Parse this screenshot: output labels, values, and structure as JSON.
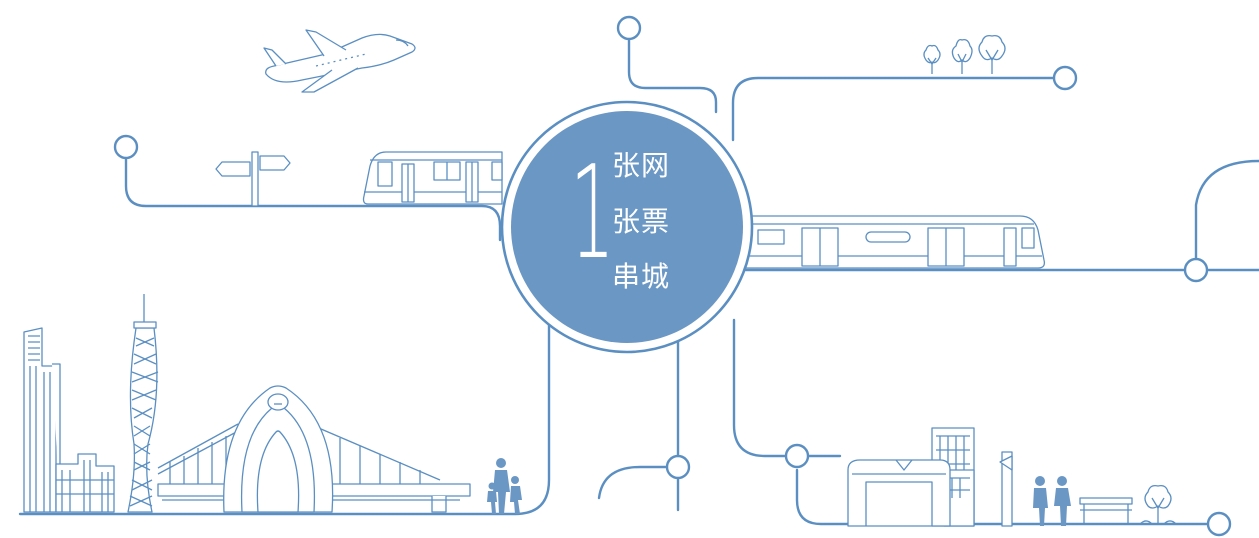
{
  "badge": {
    "number": "1",
    "lines": [
      "张网",
      "张票",
      "串城"
    ]
  },
  "colors": {
    "line": "#5b8fc2",
    "badge_fill": "#6b97c5",
    "background": "#ffffff"
  },
  "icons": [
    "airplane-icon",
    "signpost-icon",
    "tree-icon",
    "metro-train-icon",
    "canton-tower-icon",
    "skyscraper-icon",
    "opera-house-icon",
    "bridge-icon",
    "people-icon",
    "metro-station-icon",
    "bench-icon"
  ]
}
